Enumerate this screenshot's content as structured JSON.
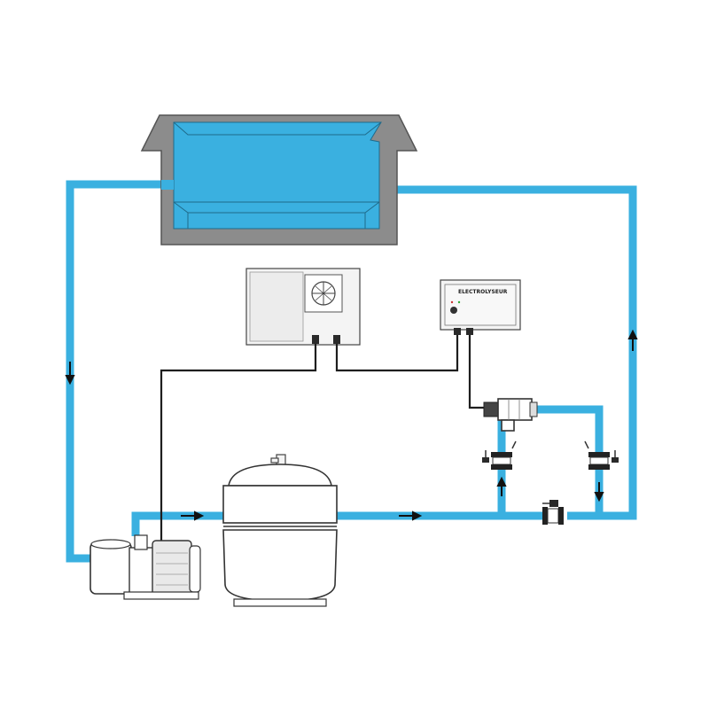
{
  "colors": {
    "pipe": "#3ab0e0",
    "water": "#3ab0e0",
    "concrete": "#8c8c8c",
    "cable": "#1e1e1e"
  },
  "controller": {
    "label": "ELECTROLYSEUR"
  },
  "flow_arrows": [
    {
      "segment": "left-return",
      "direction": "down"
    },
    {
      "segment": "pump-to-filter",
      "direction": "right"
    },
    {
      "segment": "filter-to-bypass",
      "direction": "right"
    },
    {
      "segment": "bypass-up-leg",
      "direction": "up"
    },
    {
      "segment": "bypass-down-leg",
      "direction": "down"
    },
    {
      "segment": "right-riser",
      "direction": "up"
    }
  ],
  "icons": [
    "pool-basin-icon",
    "heat-pump-icon",
    "control-box-icon",
    "electrolysis-cell-icon",
    "valve-icon",
    "pump-icon",
    "sand-filter-icon"
  ]
}
